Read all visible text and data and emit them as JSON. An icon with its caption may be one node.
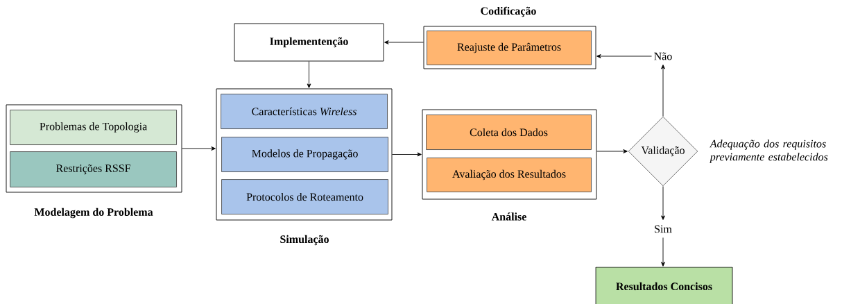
{
  "diagram": {
    "nodes": [
      {
        "text": [
          "Modelagem do Problema"
        ]
      },
      {
        "text": [
          "Problemas de Topologia"
        ],
        "in": 0
      },
      {
        "text": [
          "Restrições RSSF"
        ],
        "in": 0
      },
      {
        "text": [
          "Implementenção"
        ]
      },
      {
        "text": [
          "Simulação"
        ]
      },
      {
        "text": [
          "Características *Wireless*"
        ],
        "in": 4
      },
      {
        "text": [
          "Modelos de Propagação"
        ],
        "in": 4
      },
      {
        "text": [
          "Protocolos de Roteamento"
        ],
        "in": 4
      },
      {
        "text": [
          "Codificação"
        ]
      },
      {
        "text": [
          "Reajuste de Parâmetros"
        ],
        "in": 8
      },
      {
        "text": [
          "Análise"
        ]
      },
      {
        "text": [
          "Coleta dos Dados"
        ],
        "in": 10
      },
      {
        "text": [
          "Avaliação dos Resultados"
        ],
        "in": 10
      },
      {
        "text": [
          "Validação"
        ],
        "beside": [
          "Adequação dos requisitos previamente estabelecidos"
        ]
      },
      {
        "text": [
          "Não"
        ]
      },
      {
        "text": [
          "Sim"
        ]
      },
      {
        "text": [
          "Resultados Concisos"
        ]
      }
    ],
    "edges": [
      {
        "from": 0,
        "to": 4,
        "arrow": "to"
      },
      {
        "from": 3,
        "to": 4,
        "arrow": "to"
      },
      {
        "from": 8,
        "to": 3,
        "arrow": "to"
      },
      {
        "from": 4,
        "to": 10,
        "arrow": "to"
      },
      {
        "from": 10,
        "to": 13,
        "arrow": "to"
      },
      {
        "from": 13,
        "to": 14,
        "arrow": "to"
      },
      {
        "from": 14,
        "to": 8,
        "arrow": "to"
      },
      {
        "from": 13,
        "to": 15,
        "arrow": "to"
      },
      {
        "from": 15,
        "to": 16,
        "arrow": "to"
      }
    ]
  }
}
